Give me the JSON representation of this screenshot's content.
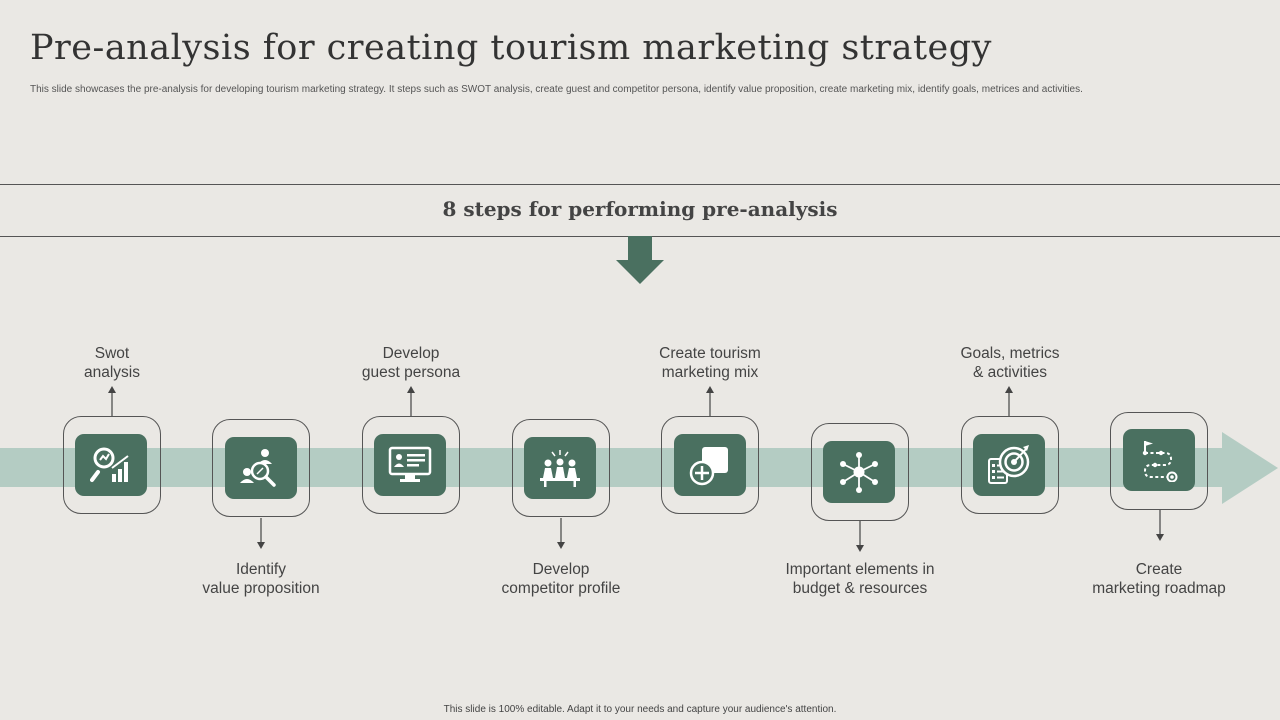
{
  "header": {
    "title": "Pre-analysis for creating tourism marketing strategy",
    "subtitle": "This slide showcases the pre-analysis for developing tourism marketing strategy. It steps such as SWOT analysis, create guest and competitor persona, identify value proposition, create marketing mix, identify goals, metrices and activities."
  },
  "band": {
    "title": "8 steps for performing pre-analysis"
  },
  "steps": [
    {
      "label_line1": "Swot",
      "label_line2": "analysis",
      "icon": "swot-analysis-icon"
    },
    {
      "label_line1": "Identify",
      "label_line2": "value proposition",
      "icon": "value-search-icon"
    },
    {
      "label_line1": "Develop",
      "label_line2": "guest persona",
      "icon": "persona-monitor-icon"
    },
    {
      "label_line1": "Develop",
      "label_line2": "competitor profile",
      "icon": "team-meeting-icon"
    },
    {
      "label_line1": "Create tourism",
      "label_line2": "marketing mix",
      "icon": "add-square-icon"
    },
    {
      "label_line1": "Important  elements in",
      "label_line2": "budget & resources",
      "icon": "network-nodes-icon"
    },
    {
      "label_line1": "Goals, metrics",
      "label_line2": "& activities",
      "icon": "target-checklist-icon"
    },
    {
      "label_line1": "Create",
      "label_line2": "marketing roadmap",
      "icon": "roadmap-path-icon"
    }
  ],
  "colors": {
    "background": "#EAE8E4",
    "tile": "#4A7060",
    "track": "#B4CCC3",
    "arrow": "#4A7060"
  },
  "footer": {
    "text": "This slide is 100% editable. Adapt it to your needs and capture your audience's attention."
  }
}
